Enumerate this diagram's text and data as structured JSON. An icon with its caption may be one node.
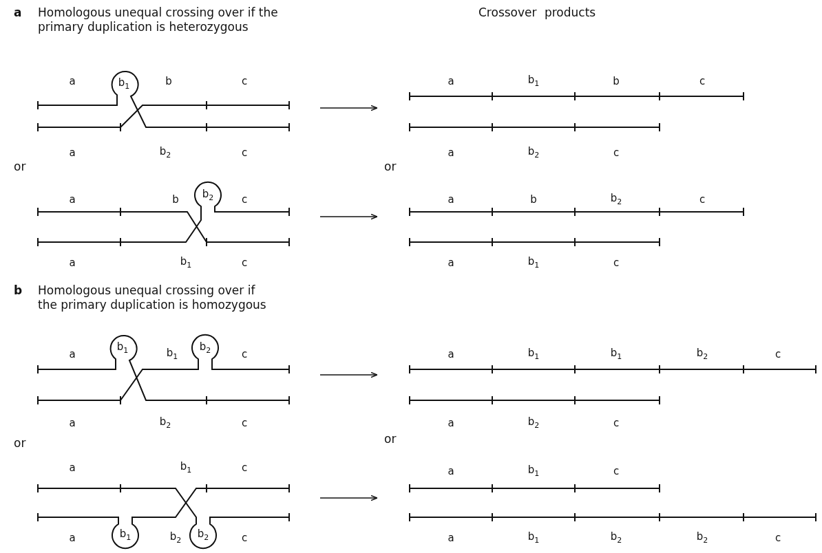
{
  "diagram": {
    "nodes": [
      {
        "text": [
          "a",
          "b$_{1}$",
          "b",
          "c",
          "a",
          "b$_{2}$",
          "c"
        ]
      },
      {
        "text": [
          "a",
          "b$_{1}$",
          "b",
          "c",
          "a",
          "b$_{2}$",
          "c"
        ]
      },
      {
        "text": [
          "a",
          "b",
          "b$_{2}$",
          "c",
          "a",
          "b$_{1}$",
          "c"
        ]
      },
      {
        "text": [
          "a",
          "b",
          "b$_{2}$",
          "c",
          "a",
          "b$_{1}$",
          "c"
        ]
      },
      {
        "text": [
          "a",
          "b$_{1}$",
          "b$_{1}$",
          "b$_{2}$",
          "c",
          "a",
          "b$_{2}$",
          "c"
        ]
      },
      {
        "text": [
          "a",
          "b$_{1}$",
          "b$_{1}$",
          "b$_{2}$",
          "c",
          "a",
          "b$_{2}$",
          "c"
        ]
      },
      {
        "text": [
          "a",
          "b$_{1}$",
          "c",
          "a",
          "b$_{1}$",
          "b$_{2}$",
          "b$_{2}$",
          "c"
        ]
      },
      {
        "text": [
          "a",
          "b$_{1}$",
          "c",
          "a",
          "b$_{1}$",
          "b$_{2}$",
          "b$_{2}$",
          "c"
        ]
      }
    ],
    "edges": [
      {
        "from": 0,
        "to": 1,
        "arrow": "to"
      },
      {
        "from": 2,
        "to": 3,
        "arrow": "to"
      },
      {
        "from": 4,
        "to": 5,
        "arrow": "to"
      },
      {
        "from": 6,
        "to": 7,
        "arrow": "to"
      }
    ],
    "labels": [
      "a",
      "Homologous unequal crossing over if the primary duplication is heterozygous",
      "Crossover products",
      "or",
      "or",
      "b",
      "Homologous unequal crossing over if the primary duplication is homozygous",
      "or",
      "or"
    ]
  }
}
